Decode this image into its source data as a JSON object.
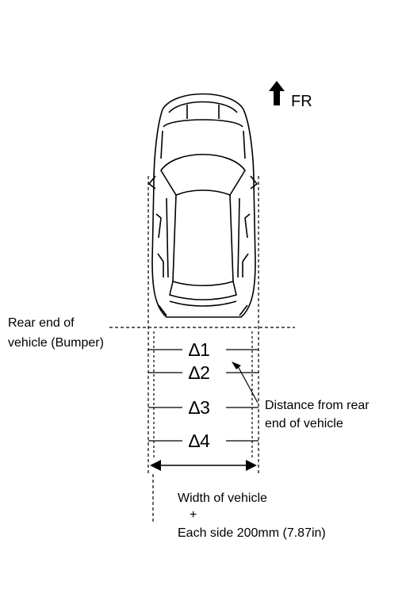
{
  "direction": {
    "label": "FR",
    "icon": "up-arrow-icon"
  },
  "rear_end_label": [
    "Rear end of",
    "vehicle (Bumper)"
  ],
  "distance_label": [
    "Distance from rear",
    "end of vehicle"
  ],
  "markers": [
    "∆1",
    "∆2",
    "∆3",
    "∆4"
  ],
  "width_label": {
    "line1": "Width of vehicle",
    "plus": "+",
    "line2": "Each side 200mm (7.87in)"
  }
}
